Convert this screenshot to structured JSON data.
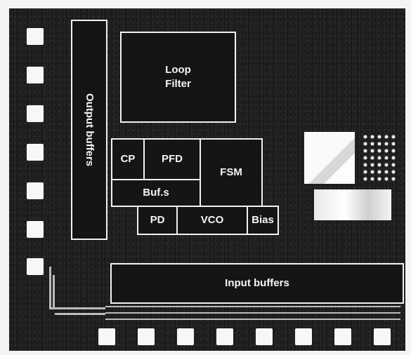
{
  "blocks": {
    "loop_filter": "Loop\nFilter",
    "output_buffers": "Output buffers",
    "cp": "CP",
    "pfd": "PFD",
    "fsm": "FSM",
    "bufs": "Buf.s",
    "pd": "PD",
    "vco": "VCO",
    "bias": "Bias",
    "input_buffers": "Input buffers"
  },
  "colors": {
    "die_background": "#1c1c1c",
    "block_border": "#f2f2f2",
    "pad": "#f7f7f7"
  }
}
